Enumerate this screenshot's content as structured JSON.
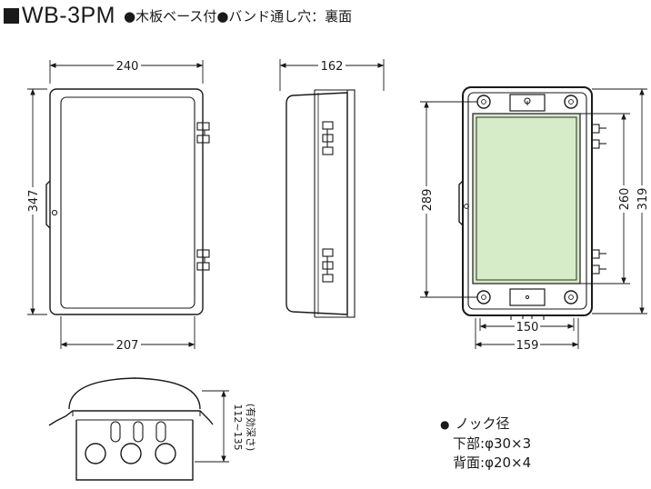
{
  "title": {
    "model": "WB-3PM",
    "description": "●木板ベース付●バンド通し穴：裏面"
  },
  "dimensions": {
    "front_width": "240",
    "front_height": "347",
    "front_bottom_width": "207",
    "side_depth": "162",
    "rear_outer_height": "289",
    "rear_inner_height": "260",
    "rear_total_height": "319",
    "rear_inner_width": "150",
    "rear_outer_width": "159",
    "bottom_depth": "112~135",
    "bottom_depth_note": "(有効深さ)"
  },
  "notes": {
    "heading": "ノック径",
    "bullet": "●",
    "lines": [
      {
        "label": "下部",
        "value": "φ30×3"
      },
      {
        "label": "背面",
        "value": "φ20×4"
      }
    ]
  },
  "colors": {
    "panel_fill": "#d6ebc8",
    "line": "#1a1a1a"
  }
}
